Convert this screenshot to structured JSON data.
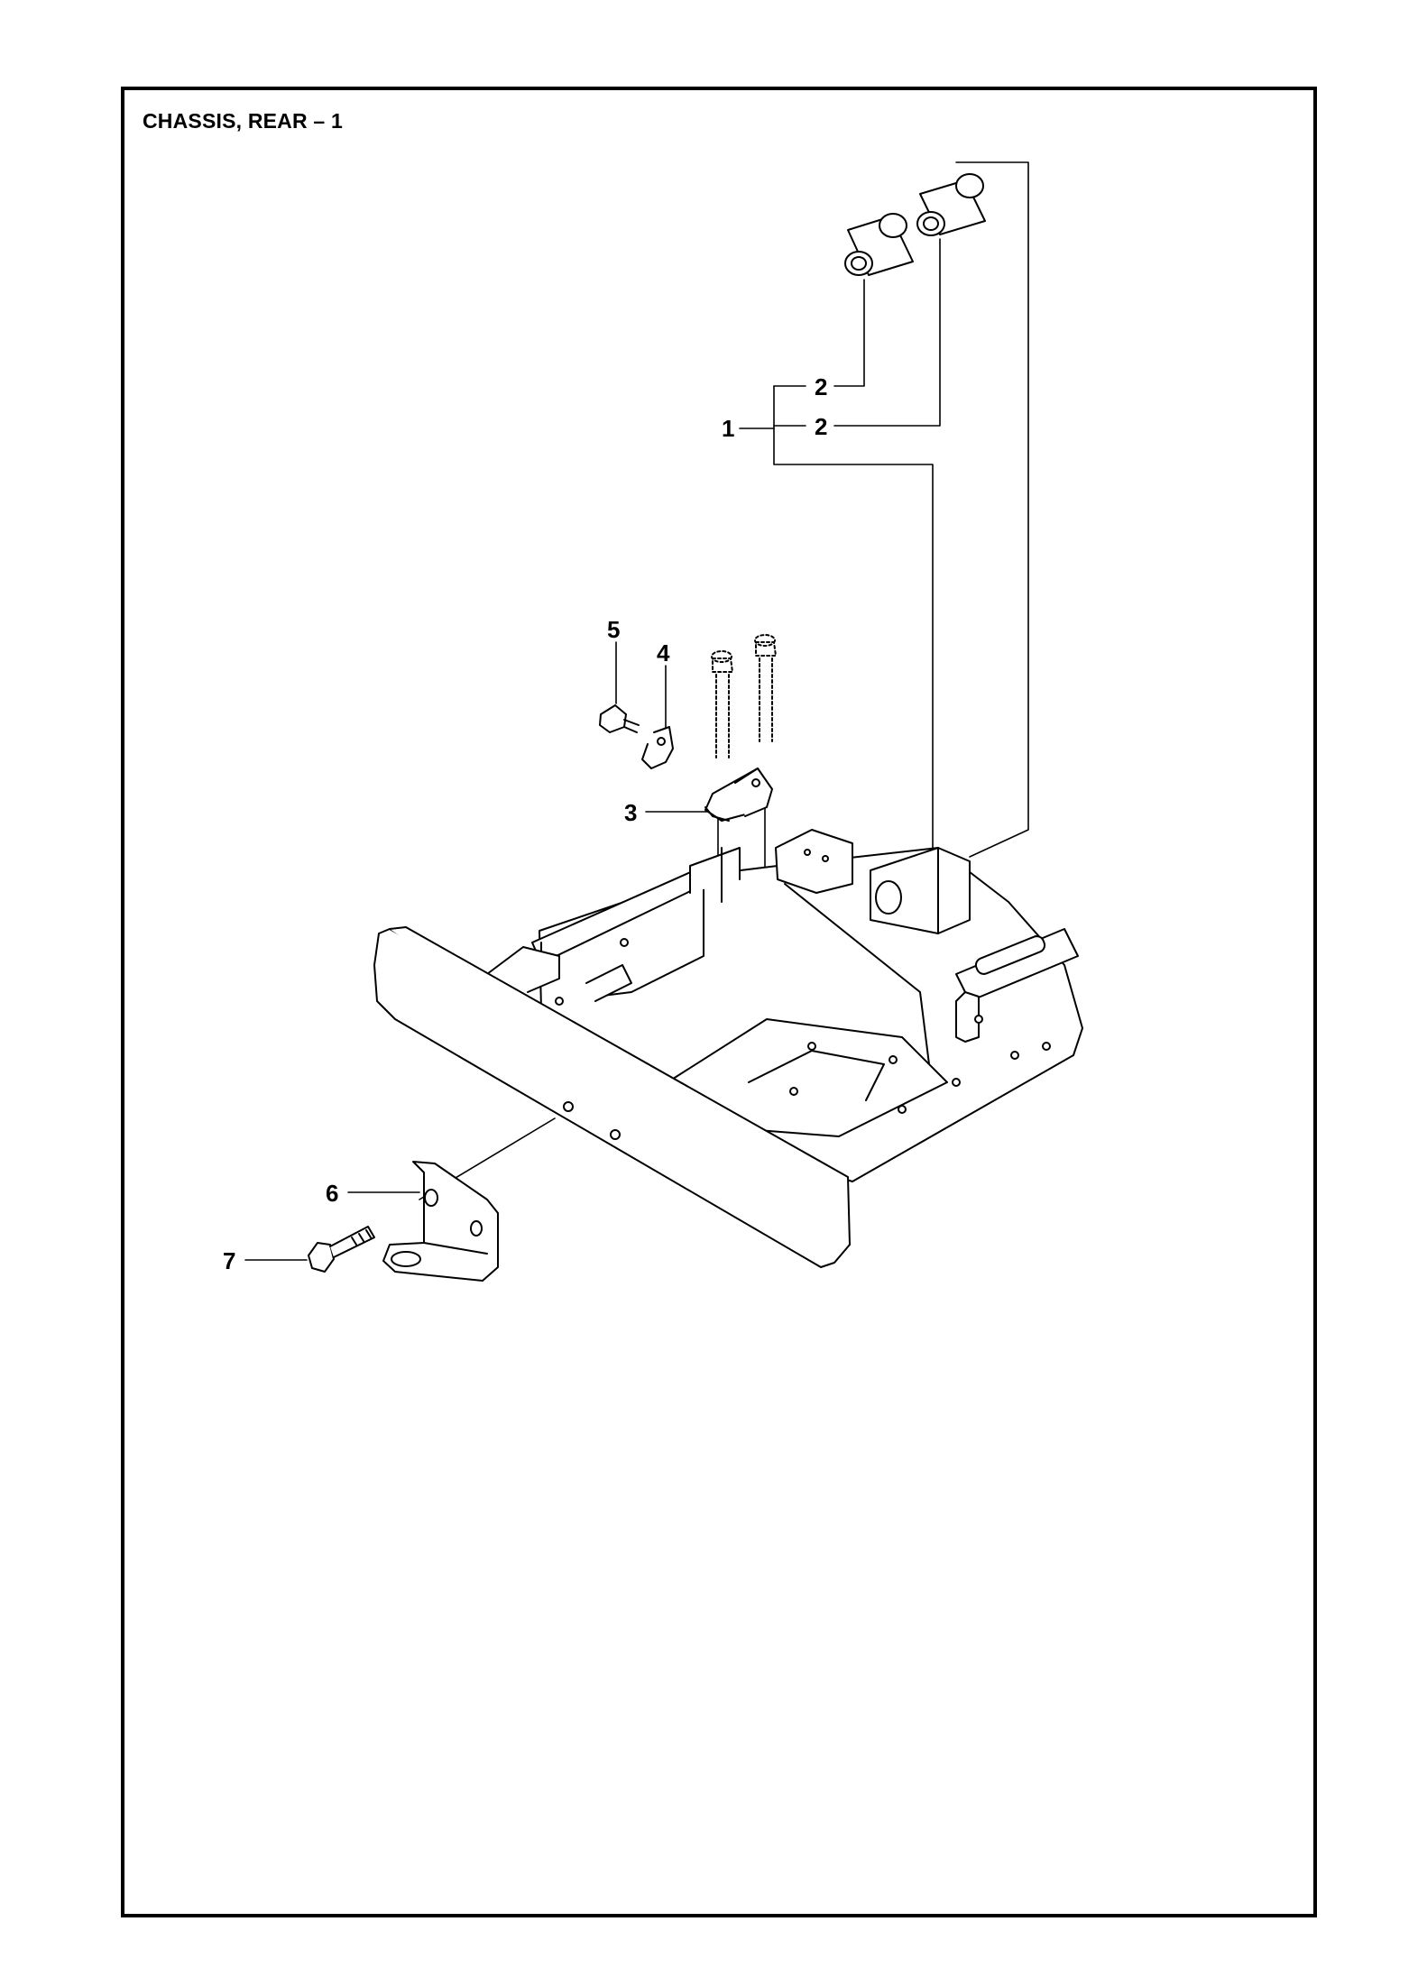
{
  "page": {
    "title": "CHASSIS, REAR – 1"
  },
  "callouts": [
    {
      "id": "1",
      "label": "1"
    },
    {
      "id": "2a",
      "label": "2"
    },
    {
      "id": "2b",
      "label": "2"
    },
    {
      "id": "3",
      "label": "3"
    },
    {
      "id": "4",
      "label": "4"
    },
    {
      "id": "5",
      "label": "5"
    },
    {
      "id": "6",
      "label": "6"
    },
    {
      "id": "7",
      "label": "7"
    }
  ]
}
